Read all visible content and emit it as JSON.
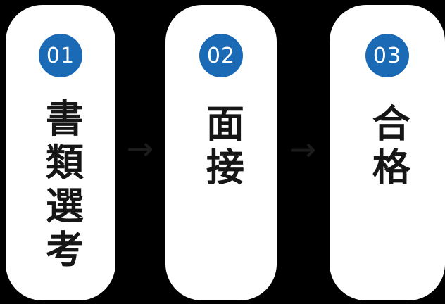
{
  "flow": {
    "steps": [
      {
        "number": "01",
        "label": "書類選考"
      },
      {
        "number": "02",
        "label": "面接"
      },
      {
        "number": "03",
        "label": "合格"
      }
    ],
    "arrow_glyph": "→"
  },
  "colors": {
    "background": "#000000",
    "card": "#ffffff",
    "badge": "#1b6ab5",
    "badge_text": "#ffffff",
    "label_text": "#161616",
    "arrow": "#1c1c1c"
  }
}
